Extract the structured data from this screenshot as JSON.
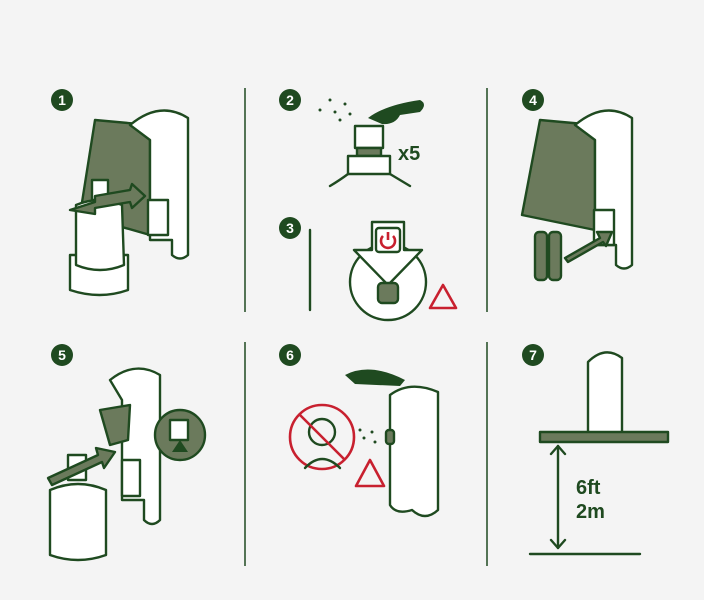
{
  "steps": [
    {
      "number": "1"
    },
    {
      "number": "2",
      "label": "x5"
    },
    {
      "number": "3"
    },
    {
      "number": "4"
    },
    {
      "number": "5"
    },
    {
      "number": "6"
    },
    {
      "number": "7",
      "height_ft": "6ft",
      "height_m": "2m"
    }
  ],
  "colors": {
    "primary": "#1f4a20",
    "fill": "#6b7a5c",
    "warning": "#c8202f",
    "background": "#f4f4f4"
  }
}
